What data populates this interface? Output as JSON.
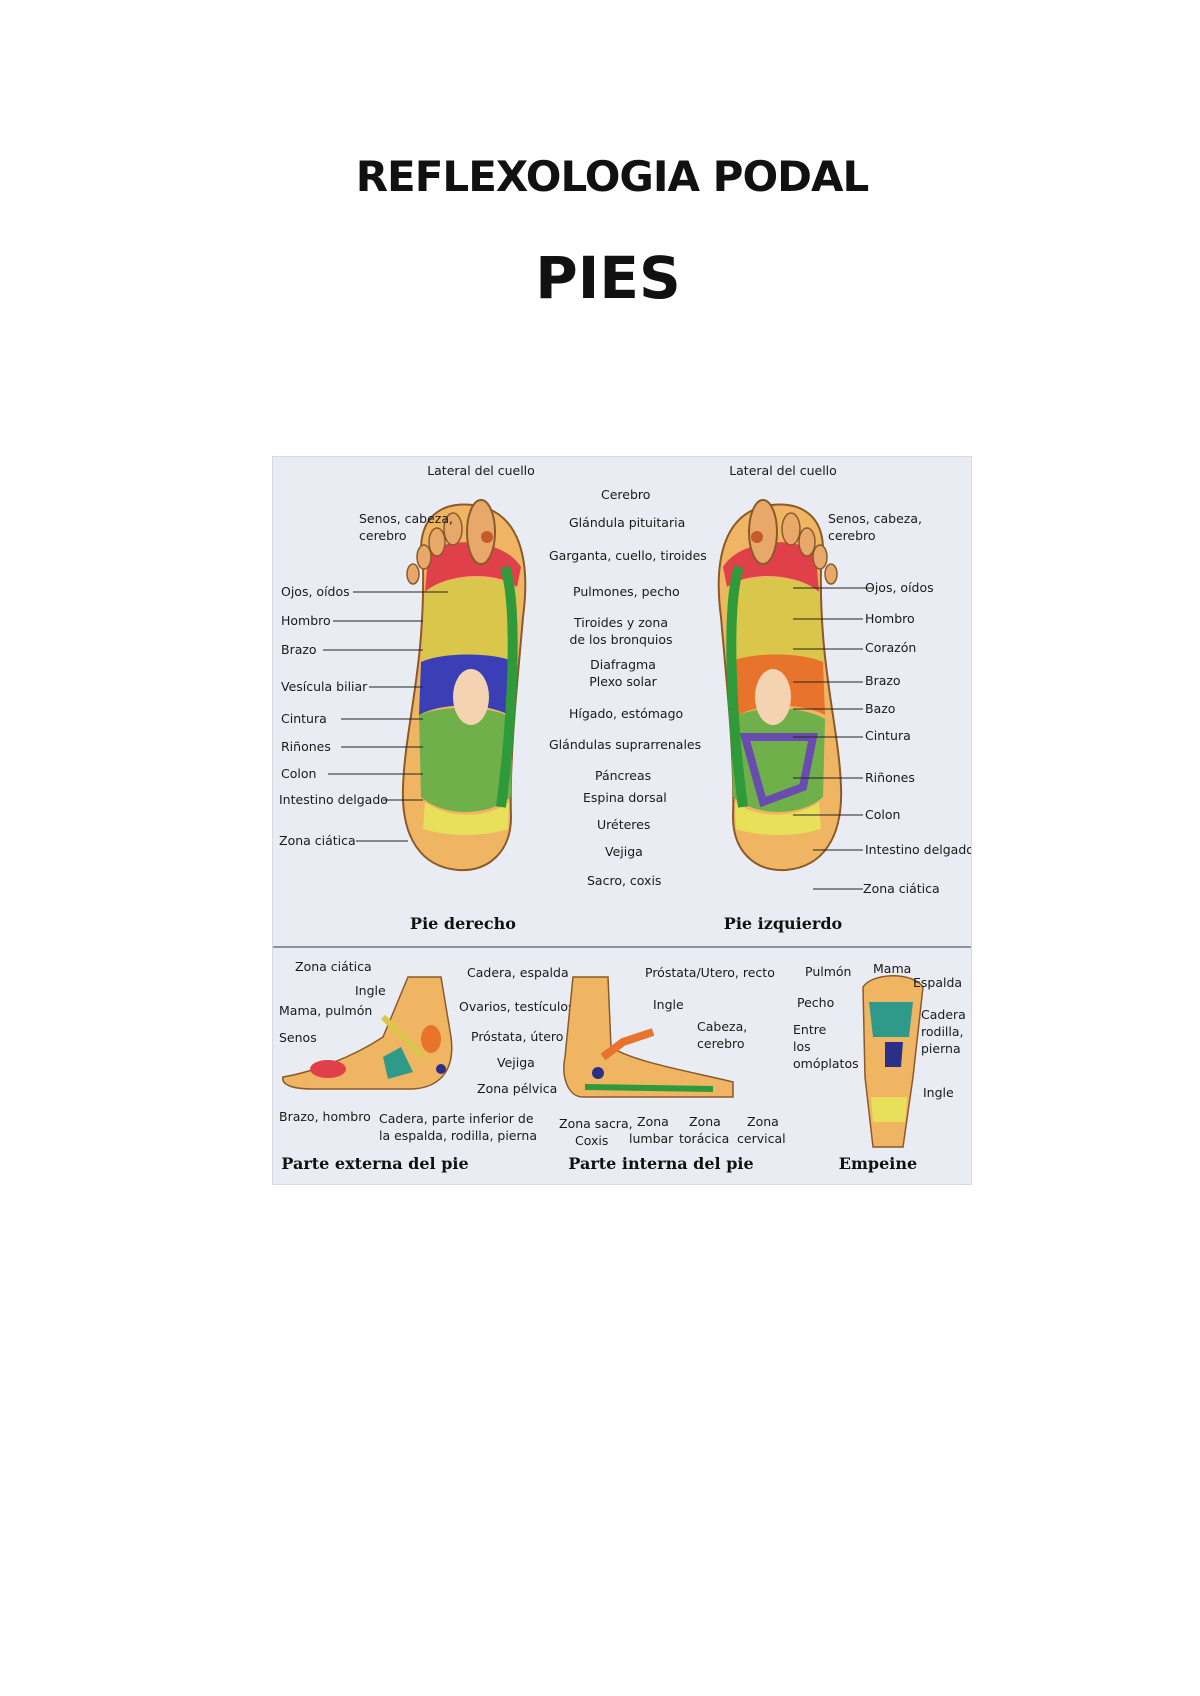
{
  "document": {
    "title": "REFLEXOLOGIA PODAL",
    "subtitle": "PIES"
  },
  "figure": {
    "top_labels": {
      "lateral_cuello_right": "Lateral del cuello",
      "lateral_cuello_left": "Lateral del cuello",
      "cerebro": "Cerebro",
      "glandula": "Glándula pituitaria",
      "garganta": "Garganta, cuello, tiroides",
      "pulmones": "Pulmones, pecho",
      "tiroides_1": "Tiroides y zona",
      "tiroides_2": "de los bronquios",
      "diafragma": "Diafragma",
      "plexo": "Plexo solar",
      "higado": "Hígado, estómago",
      "glandulas_supra": "Glándulas suprarrenales",
      "pancreas": "Páncreas",
      "espina": "Espina dorsal",
      "ureteres": "Uréteres",
      "vejiga": "Vejiga",
      "sacro": "Sacro, coxis"
    },
    "right_foot_labels": {
      "senos_1": "Senos, cabeza,",
      "senos_2": "cerebro",
      "ojos": "Ojos, oídos",
      "hombro": "Hombro",
      "brazo": "Brazo",
      "vesicula": "Vesícula biliar",
      "cintura": "Cintura",
      "rinones": "Riñones",
      "colon": "Colon",
      "intestino": "Intestino delgado",
      "ciatica": "Zona ciática"
    },
    "left_foot_labels": {
      "senos_1": "Senos, cabeza,",
      "senos_2": "cerebro",
      "ojos": "Ojos, oídos",
      "hombro": "Hombro",
      "corazon": "Corazón",
      "brazo": "Brazo",
      "bazo": "Bazo",
      "cintura": "Cintura",
      "rinones": "Riñones",
      "colon": "Colon",
      "intestino": "Intestino delgado",
      "ciatica": "Zona ciática"
    },
    "captions": {
      "pie_derecho": "Pie derecho",
      "pie_izquierdo": "Pie izquierdo",
      "externa": "Parte externa del pie",
      "interna": "Parte interna del pie",
      "empeine": "Empeine"
    },
    "external_labels": {
      "ciatica": "Zona ciática",
      "ingle": "Ingle",
      "mama": "Mama, pulmón",
      "senos": "Senos",
      "brazo": "Brazo, hombro",
      "cadera_esp": "Cadera, espalda",
      "ovarios": "Ovarios, testículos",
      "prostata": "Próstata, útero",
      "vejiga": "Vejiga",
      "pelvica": "Zona pélvica",
      "cadera_1": "Cadera, parte inferior de",
      "cadera_2": "la espalda, rodilla, pierna"
    },
    "internal_labels": {
      "prostata": "Próstata/Utero, recto",
      "ingle": "Ingle",
      "cabeza_1": "Cabeza,",
      "cabeza_2": "cerebro",
      "sacra_1": "Zona sacra,",
      "sacra_2": "Coxis",
      "lumbar_1": "Zona",
      "lumbar_2": "lumbar",
      "toracica_1": "Zona",
      "toracica_2": "torácica",
      "cervical_1": "Zona",
      "cervical_2": "cervical"
    },
    "empeine_labels": {
      "pulmon": "Pulmón",
      "mama": "Mama",
      "espalda": "Espalda",
      "pecho": "Pecho",
      "entre_1": "Entre",
      "entre_2": "los",
      "entre_3": "omóplatos",
      "cadera_1": "Cadera",
      "cadera_2": "rodilla,",
      "cadera_3": "pierna",
      "ingle": "Ingle"
    }
  }
}
